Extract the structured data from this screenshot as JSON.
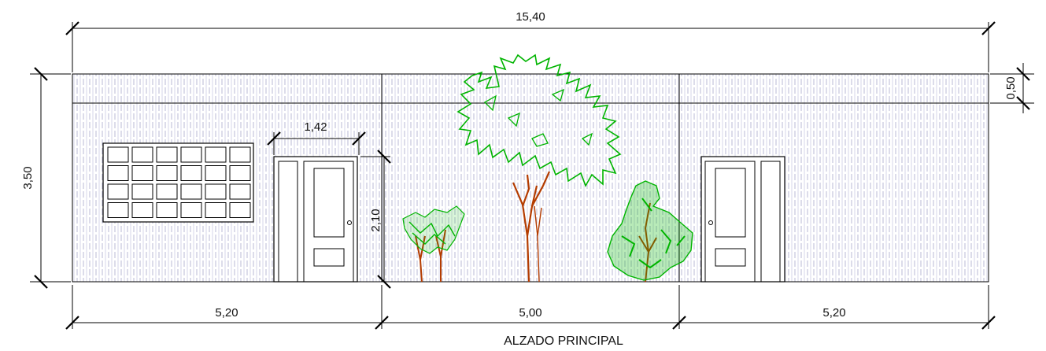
{
  "drawing": {
    "title": "ALZADO PRINCIPAL",
    "dimensions": {
      "total_width": "15,40",
      "total_height": "3,50",
      "parapet_height": "0,50",
      "door_width": "1,42",
      "door_height": "2,10",
      "segment_left": "5,20",
      "segment_middle": "5,00",
      "segment_right": "5,20"
    },
    "colors": {
      "line": "#000000",
      "hatch": "#b9b9d6",
      "foliage": "#00b400",
      "trunk": "#b43c00"
    }
  }
}
